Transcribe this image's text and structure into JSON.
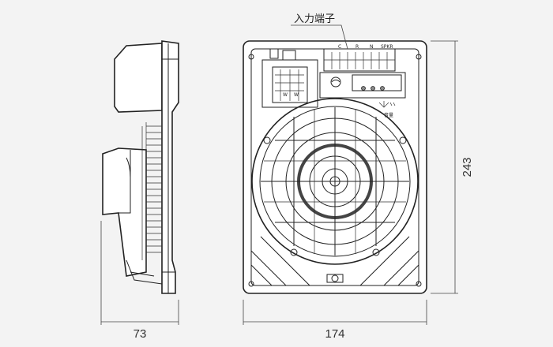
{
  "dimensions": {
    "depth": "73",
    "width": "174",
    "height": "243"
  },
  "labels": {
    "input_terminal": "入力端子",
    "volume": "音量",
    "terminal_c": "C",
    "terminal_r": "R",
    "terminal_n": "N",
    "terminal_spkr": "SPKR",
    "connector_w1": "W",
    "connector_w2": "W"
  },
  "colors": {
    "background": "#f3f3f3",
    "line": "#222222",
    "knob": "#8a8a8a"
  }
}
